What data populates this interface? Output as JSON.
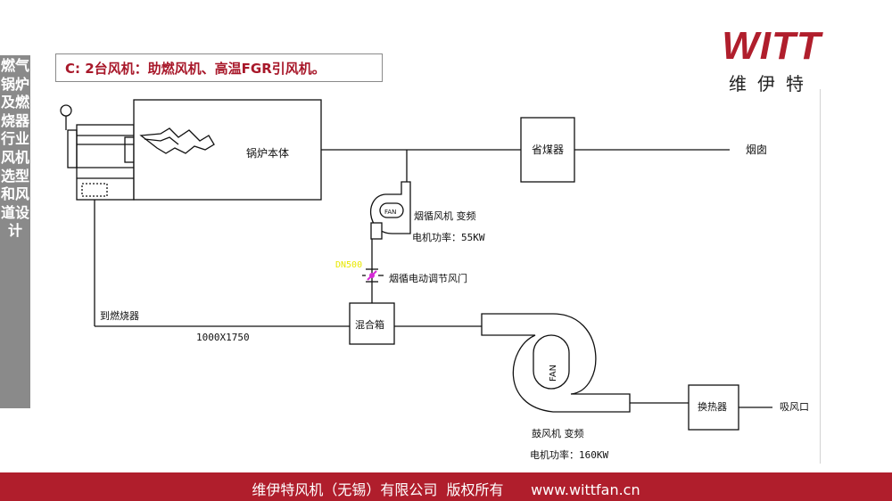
{
  "sidebar": {
    "title": "燃气锅炉及燃烧器行业风机选型和风道设计"
  },
  "header": {
    "title": "C: 2台风机：助燃风机、高温FGR引风机。"
  },
  "logo": {
    "word": "WITT",
    "subtitle": "维伊特"
  },
  "diagram": {
    "boiler_label": "锅炉本体",
    "economizer_label": "省煤器",
    "chimney_label": "烟囱",
    "fgr_fan_label": "烟循风机  变频",
    "fgr_fan_power": "电机功率：55KW",
    "fgr_fan_icon_text": "FAN",
    "pipe_size_label": "DN500",
    "damper_label": "烟循电动调节风门",
    "to_burner_label": "到燃烧器",
    "duct_size_label": "1000X1750",
    "mixing_box_label": "混合箱",
    "blower_icon_text": "FAN",
    "blower_label": "鼓风机  变频",
    "blower_power": "电机功率：160KW",
    "heat_exchanger_label": "换热器",
    "air_intake_label": "吸风口",
    "colors": {
      "dn_label": "#e8e800",
      "damper_accent": "#d62bd6",
      "flame": "#333333"
    }
  },
  "footer": {
    "text": "维伊特风机（无锡）有限公司  版权所有      www.wittfan.cn"
  }
}
